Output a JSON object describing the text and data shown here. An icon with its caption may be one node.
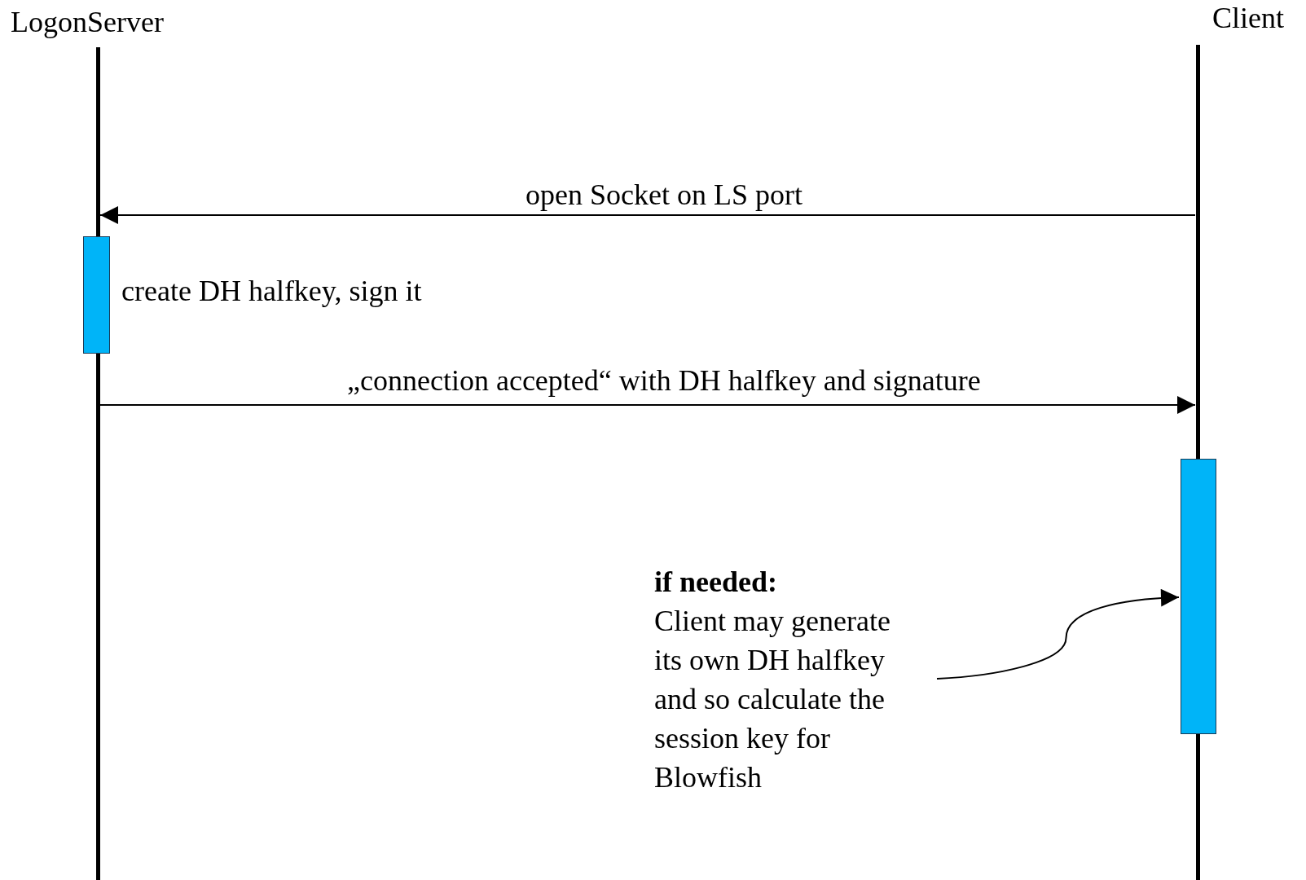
{
  "diagram": {
    "nodes": [
      {
        "text": [
          "LogonServer"
        ]
      },
      {
        "text": [
          "Client"
        ]
      },
      {
        "text": [],
        "shape": "bar",
        "beside": [
          "create DH halfkey, sign it"
        ]
      },
      {
        "text": [],
        "shape": "bar"
      },
      {
        "text": [
          "if needed:",
          "Client may generate its own DH halfkey and so calculate the session key for Blowfish"
        ]
      }
    ],
    "edges": [
      {
        "from": 1,
        "to": 0,
        "arrow": "to",
        "label": "open Socket on LS port"
      },
      {
        "from": 0,
        "to": 1,
        "arrow": "to",
        "label": "„connection accepted“ with DH halfkey and signature"
      },
      {
        "from": 4,
        "to": 3,
        "arrow": "to"
      }
    ]
  }
}
